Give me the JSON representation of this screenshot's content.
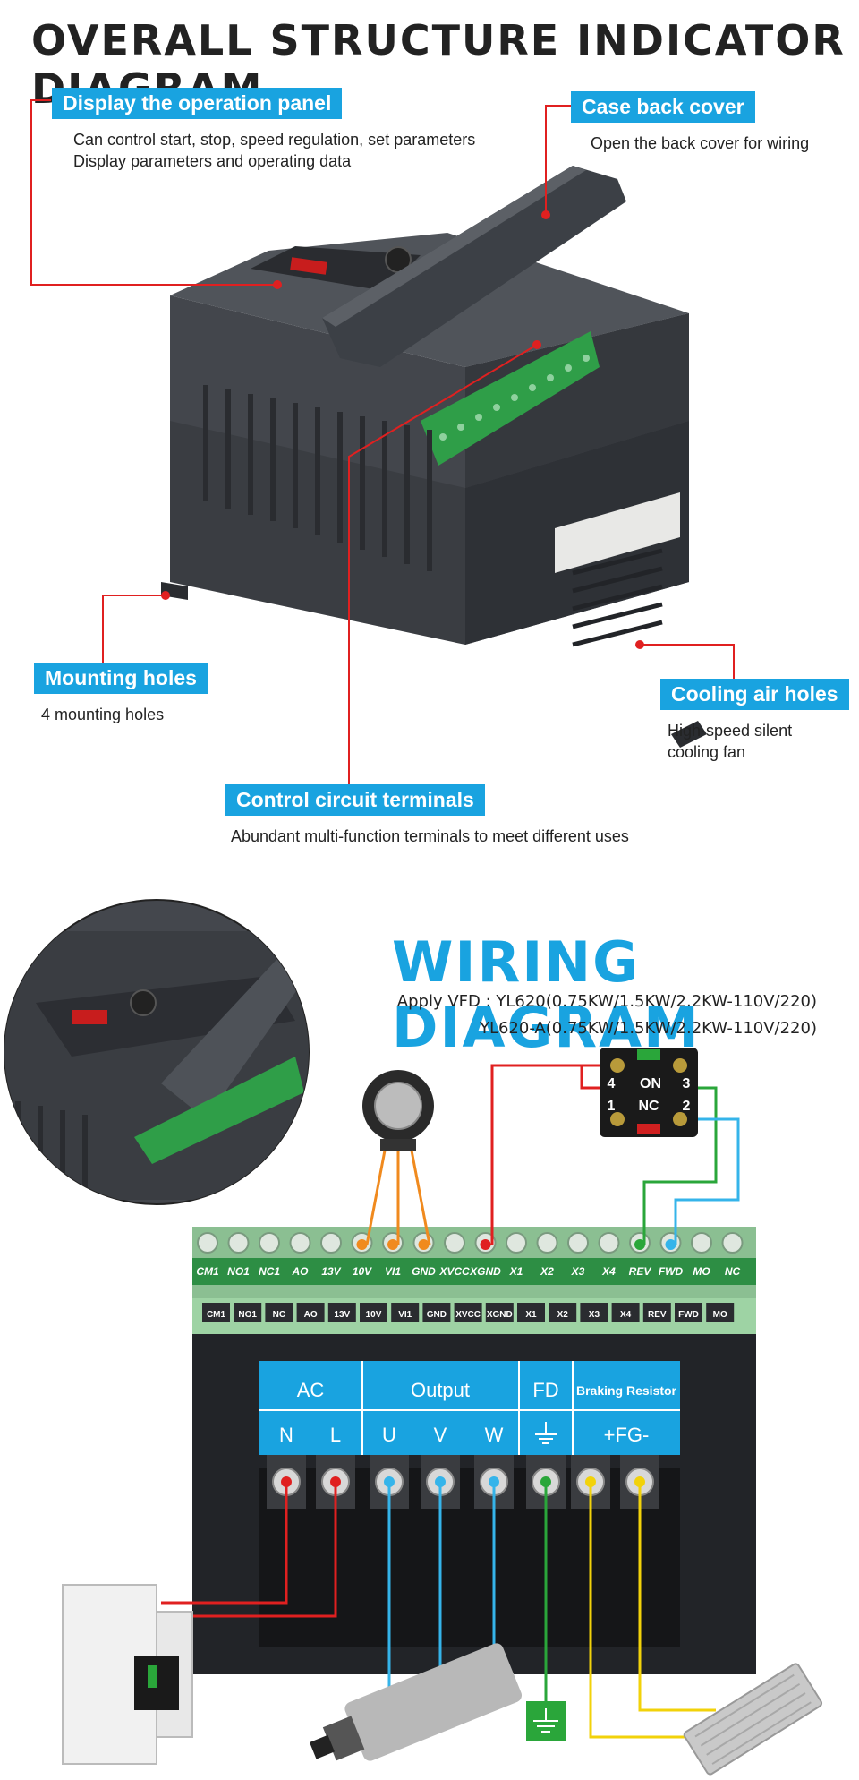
{
  "header": {
    "title": "OVERALL STRUCTURE INDICATOR DIAGRAM"
  },
  "callouts": {
    "display_panel": {
      "label": "Display the operation panel",
      "lines": [
        "Can control start, stop, speed regulation, set parameters",
        "Display parameters and operating data"
      ]
    },
    "back_cover": {
      "label": "Case back cover",
      "lines": [
        "Open the back cover for wiring"
      ]
    },
    "mounting": {
      "label": "Mounting holes",
      "lines": [
        "4 mounting holes"
      ]
    },
    "cooling": {
      "label": "Cooling air holes",
      "lines": [
        "High-speed silent",
        "cooling fan"
      ]
    },
    "control": {
      "label": "Control circuit terminals",
      "lines": [
        "Abundant multi-function terminals to meet different uses"
      ]
    }
  },
  "wiring": {
    "title": "WIRING DIAGRAM",
    "apply_line1": "Apply VFD : YL620(0.75KW/1.5KW/2.2KW-110V/220)",
    "apply_line2": "YL620-A(0.75KW/1.5KW/2.2KW-110V/220)",
    "top_terminals": [
      "CM1",
      "NO1",
      "NC1",
      "AO",
      "13V",
      "10V",
      "VI1",
      "GND",
      "XVCC",
      "XGND",
      "X1",
      "X2",
      "X3",
      "X4",
      "REV",
      "FWD",
      "MO",
      "NC"
    ],
    "bottom_terminals": [
      "CM1",
      "NO1",
      "NC",
      "AO",
      "13V",
      "10V",
      "VI1",
      "GND",
      "XVCC",
      "XGND",
      "X1",
      "X2",
      "X3",
      "X4",
      "REV",
      "FWD",
      "MO"
    ],
    "switch_labels": {
      "on": "ON",
      "nc": "NC",
      "n1": "1",
      "n2": "2",
      "n3": "3",
      "n4": "4"
    },
    "power_groups": {
      "ac": "AC",
      "output": "Output",
      "fd": "FD",
      "braking": "Braking Resistor"
    },
    "power_sub": {
      "n": "N",
      "l": "L",
      "u": "U",
      "v": "V",
      "w": "W",
      "fg": "+FG-"
    }
  },
  "colors": {
    "accent": "#19a3e0",
    "callout_line": "#e02020",
    "wire_red": "#e02020",
    "wire_orange": "#f08a1e",
    "wire_green": "#2aa63a",
    "wire_blue": "#35b4ea",
    "wire_yellow": "#f2d20a"
  }
}
